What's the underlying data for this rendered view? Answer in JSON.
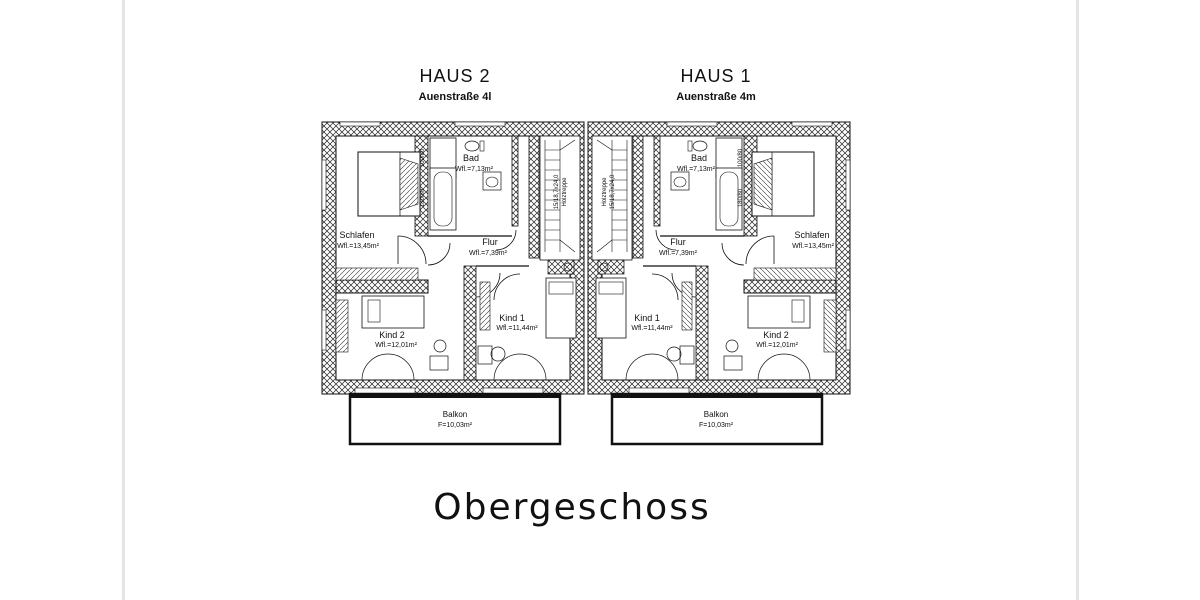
{
  "houses": [
    {
      "title": "HAUS  2",
      "address": "Auenstraße  4l"
    },
    {
      "title": "HAUS  1",
      "address": "Auenstraße  4m"
    }
  ],
  "rooms": {
    "bad": {
      "label": "Bad",
      "area": "Wfl.=7,13m²"
    },
    "flur": {
      "label": "Flur",
      "area": "Wfl.=7,39m²"
    },
    "schlafen": {
      "label": "Schlafen",
      "area": "Wfl.=13,45m²"
    },
    "kind1": {
      "label": "Kind  1",
      "area": "Wfl.=11,44m²"
    },
    "kind2": {
      "label": "Kind  2",
      "area": "Wfl.=12,01m²"
    },
    "balkon": {
      "label": "Balkon",
      "area": "F=10,03m²"
    }
  },
  "fixtures": {
    "shower": "100/80",
    "tub": "180/80",
    "stairs": "15/18,7x24,0",
    "stairs_label": "Holztreppe"
  },
  "caption": "Obergeschoss"
}
